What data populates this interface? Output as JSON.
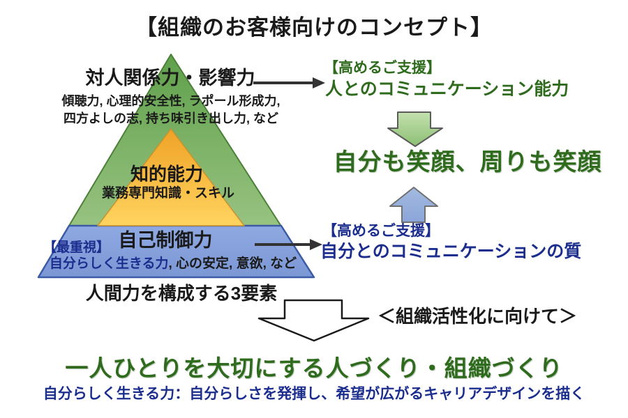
{
  "title": "【組織のお客様向けのコンセプト】",
  "pyramid": {
    "top": {
      "label": "対人関係力・影響力",
      "detail1": "傾聴力, 心理的安全性, ラポール形成力,",
      "detail2": "四方よしの志, 持ち味引き出し力, など"
    },
    "middle": {
      "label": "知的能力",
      "detail": "業務専門知識・スキル"
    },
    "bottom": {
      "tag": "【最重視】",
      "label": "自己制御力",
      "detail_highlight": "自分らしく生きる力",
      "detail_rest": ", 心の安定, 意欲, など"
    },
    "caption": "人間力を構成する3要素"
  },
  "right": {
    "support_top": {
      "heading": "【高めるご支援】",
      "text": "人とのコミュニケーション能力"
    },
    "outcome": "自分も笑顔、周りも笑顔",
    "support_bottom": {
      "heading": "【高めるご支援】",
      "text": "自分とのコミュニケーションの質"
    }
  },
  "footer": {
    "side_note": "＜組織活性化に向けて＞",
    "headline": "一人ひとりを大切にする人づくり・組織づくり",
    "subline": "自分らしく生きる力：自分らしさを発揮し、希望が広がるキャリアデザインを描く"
  },
  "colors": {
    "green_text": "#2e6b1d",
    "navy_text": "#1b2e8e",
    "pyramid_green": "#74ad5a",
    "pyramid_orange": "#f6b32f",
    "pyramid_blue": "#84a0dc",
    "arrow_green_fill": "#9cc886",
    "arrow_blue_fill": "#92abdd",
    "arrow_white_fill": "#ffffff",
    "line_arrow": "#333333"
  }
}
